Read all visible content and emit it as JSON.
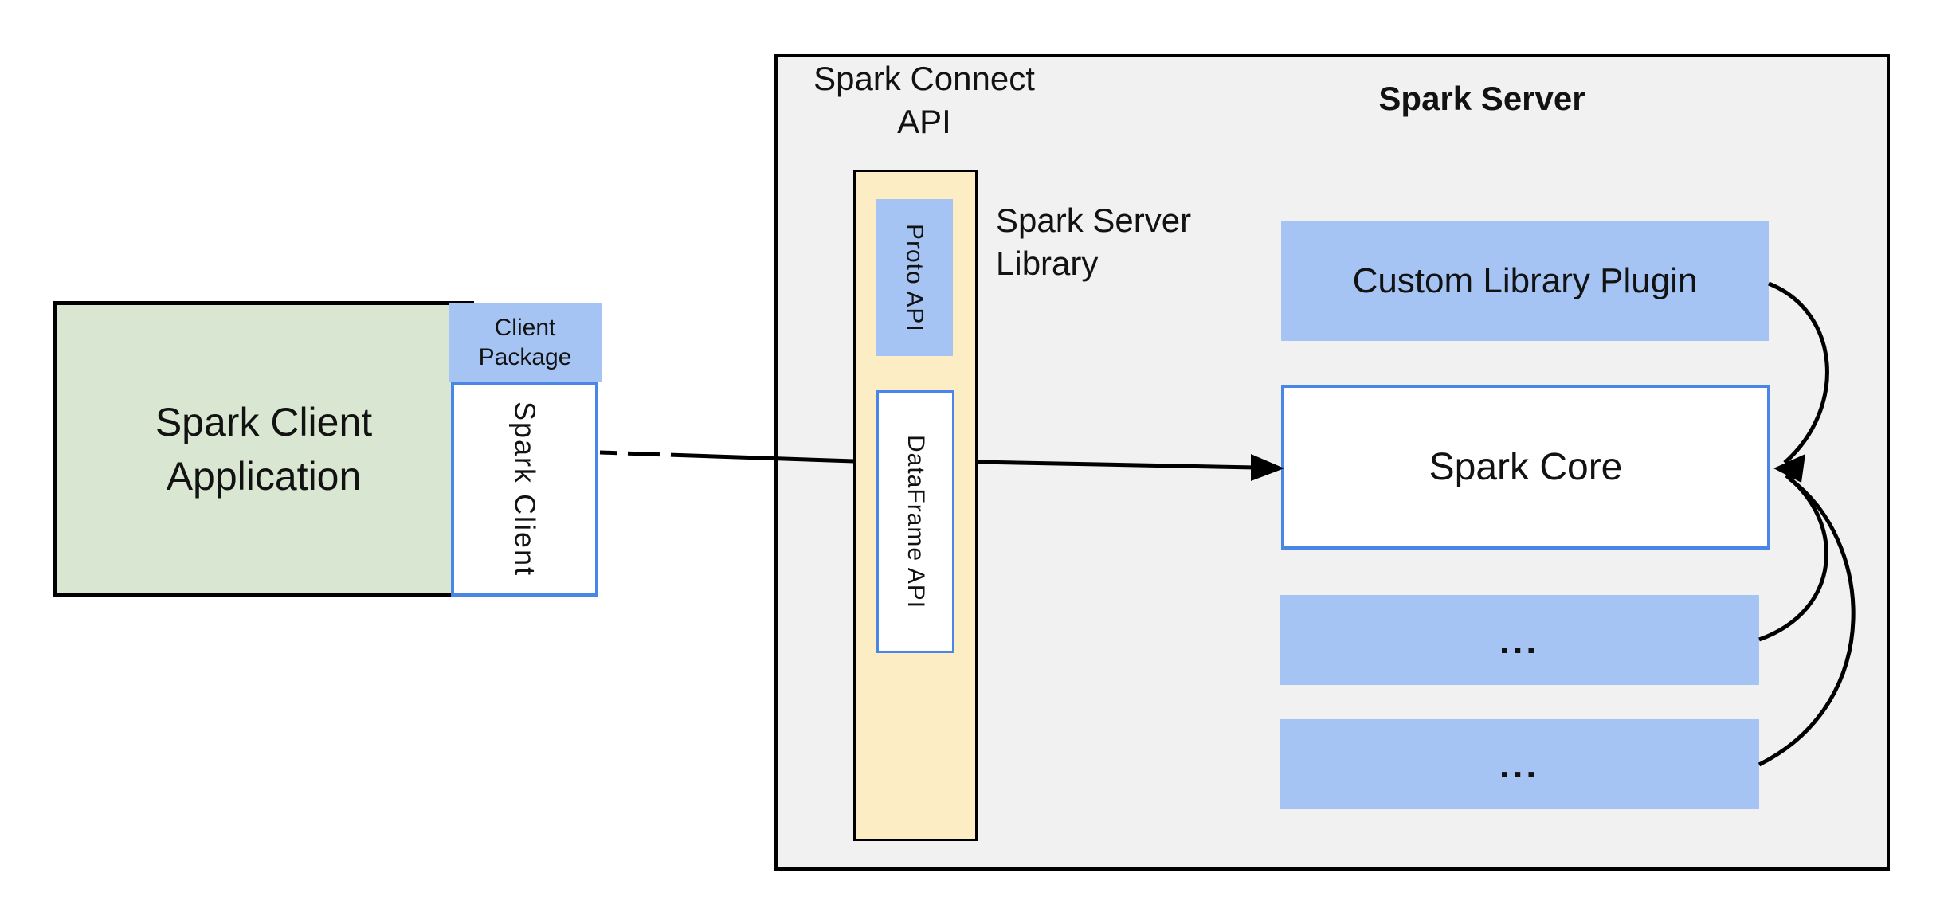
{
  "client": {
    "app_line1": "Spark Client",
    "app_line2": "Application",
    "package_line1": "Client",
    "package_line2": "Package",
    "spark_client": "Spark Client"
  },
  "connect": {
    "label_line1": "Spark Connect",
    "label_line2": "API",
    "proto_api": "Proto API",
    "dataframe_api": "DataFrame API",
    "library_line1": "Spark Server",
    "library_line2": "Library"
  },
  "server": {
    "title": "Spark Server",
    "plugin": "Custom Library Plugin",
    "core": "Spark Core",
    "slot1": "...",
    "slot2": "..."
  },
  "colors": {
    "panel_fill": "#f1f1f1",
    "green_fill": "#d9e6d1",
    "blue_fill": "#a5c3f3",
    "blue_border": "#4a86e8",
    "yellow_fill": "#fcedc5",
    "line_color": "#000000",
    "text_color": "#121212"
  }
}
